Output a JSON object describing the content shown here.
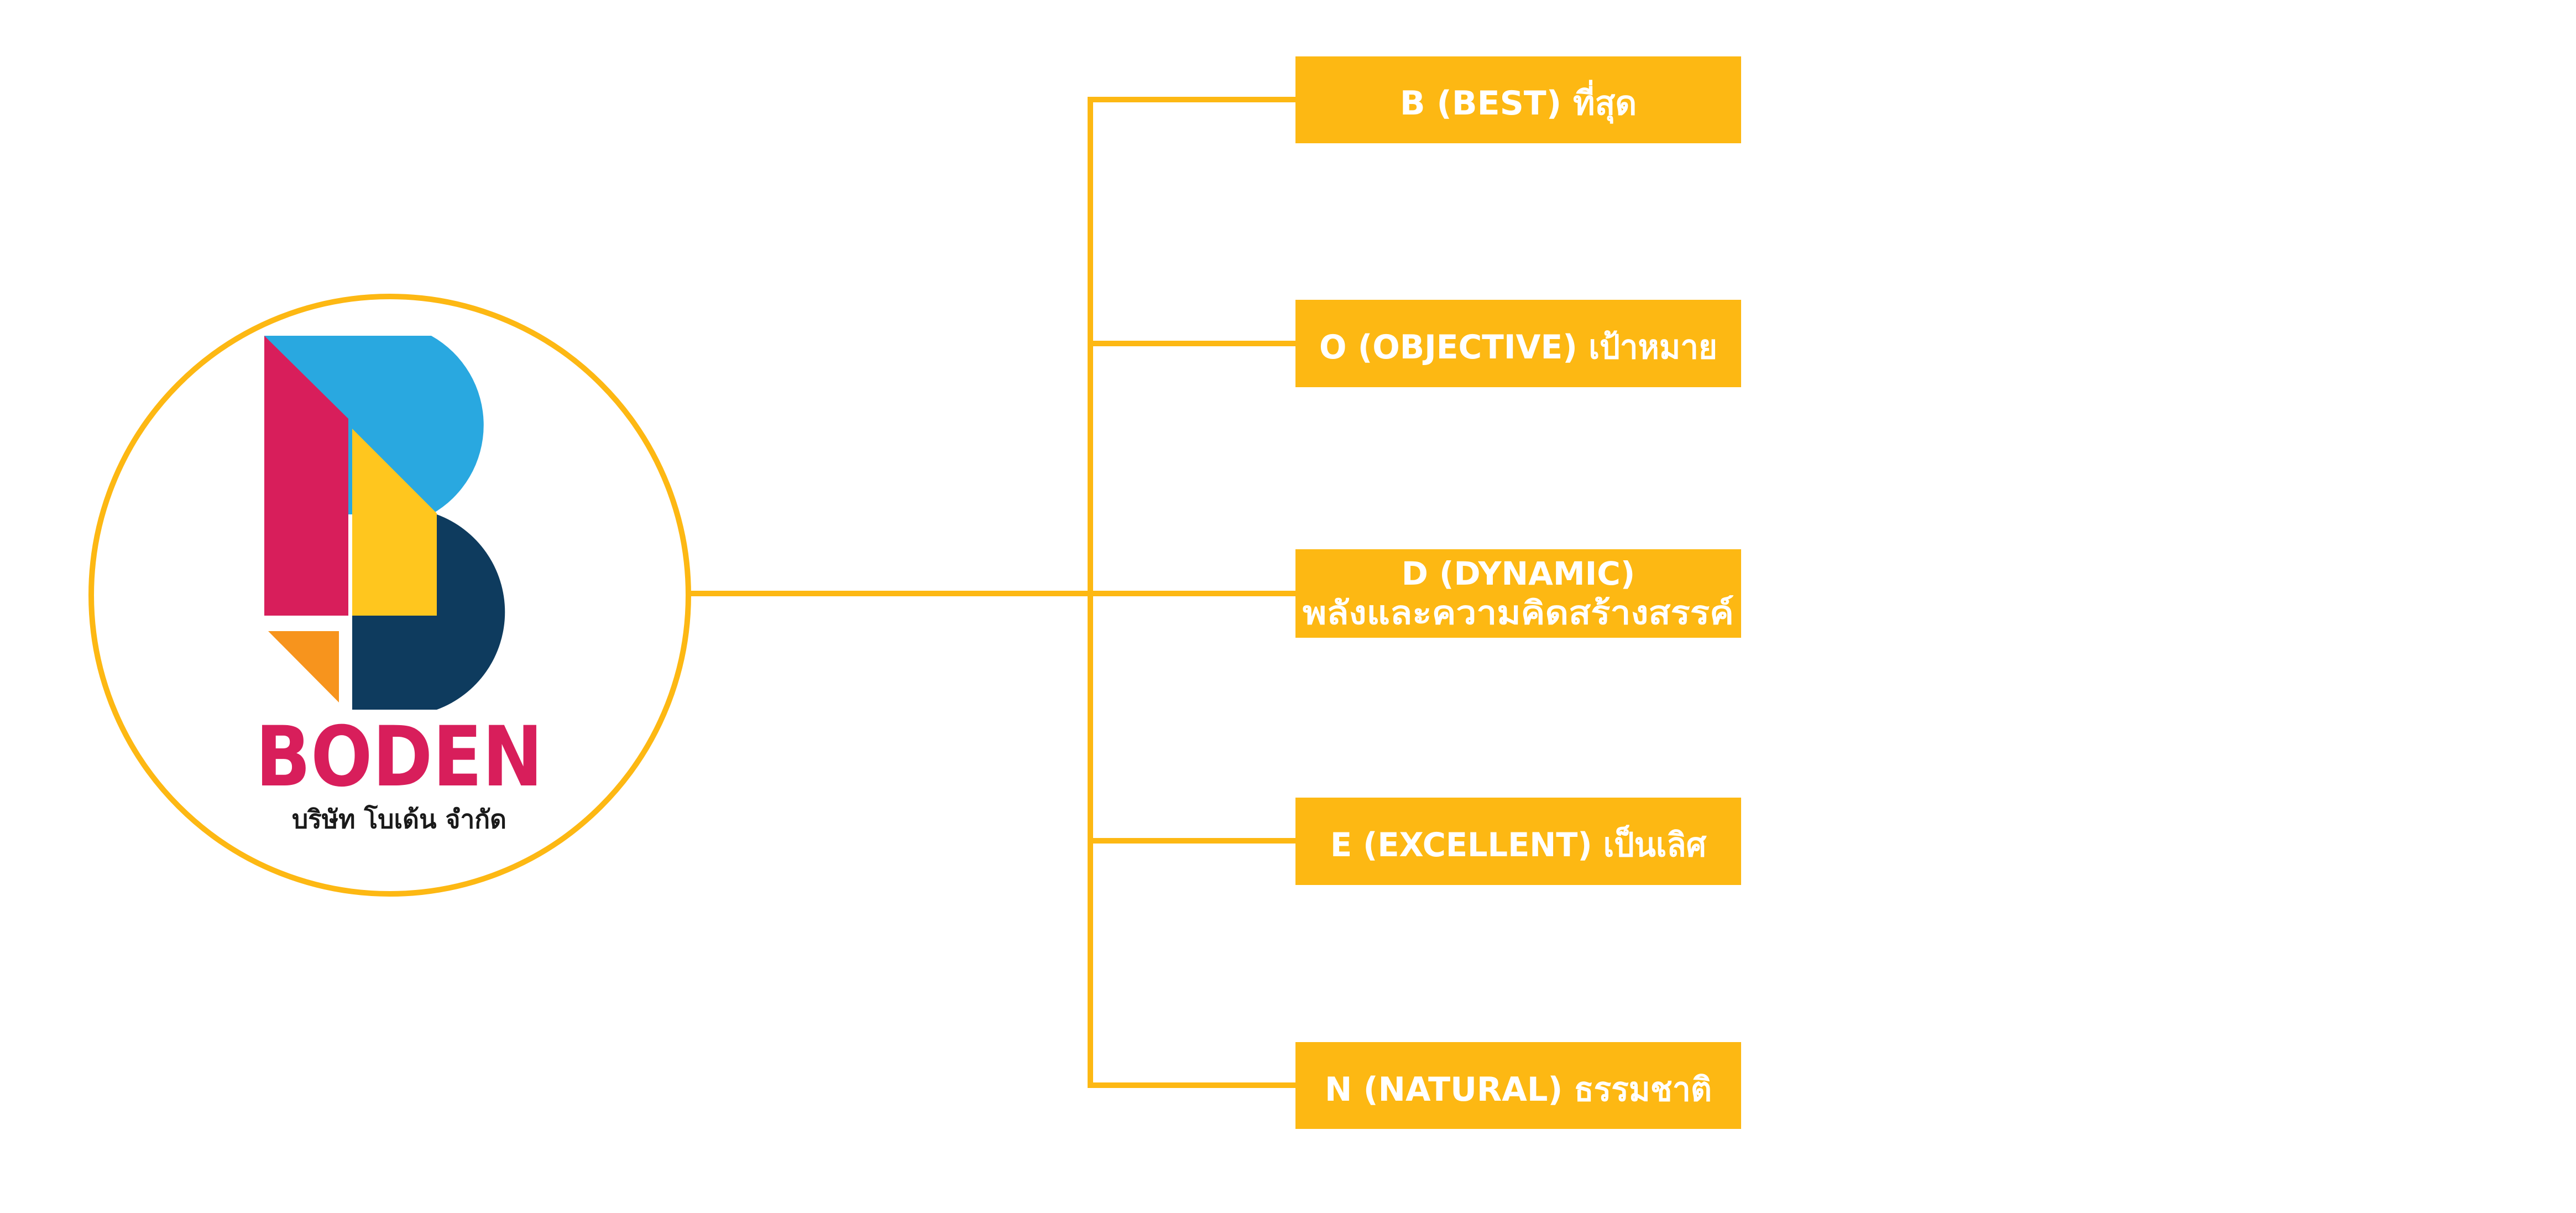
{
  "logo": {
    "brand": "BODEN",
    "company": "บริษัท โบเด้น จำกัด"
  },
  "colors": {
    "accent": "#FDB813",
    "box": "#FDB813",
    "box_text": "#FFFFFF",
    "logo_pink": "#D81E5B",
    "logo_blue": "#29A8E0",
    "logo_yellow": "#FFC61E",
    "logo_navy": "#0E3B5E",
    "logo_orange": "#F7941D",
    "brand_text": "#D81E5B",
    "company_text": "#1A1A1A"
  },
  "items": [
    {
      "label": "B (BEST) ที่สุด"
    },
    {
      "label": "O (OBJECTIVE) เป้าหมาย"
    },
    {
      "lines": [
        "D (DYNAMIC)",
        "พลังและความคิดสร้างสรรค์"
      ]
    },
    {
      "label": "E (EXCELLENT) เป็นเลิศ"
    },
    {
      "label": "N (NATURAL) ธรรมชาติ"
    }
  ]
}
